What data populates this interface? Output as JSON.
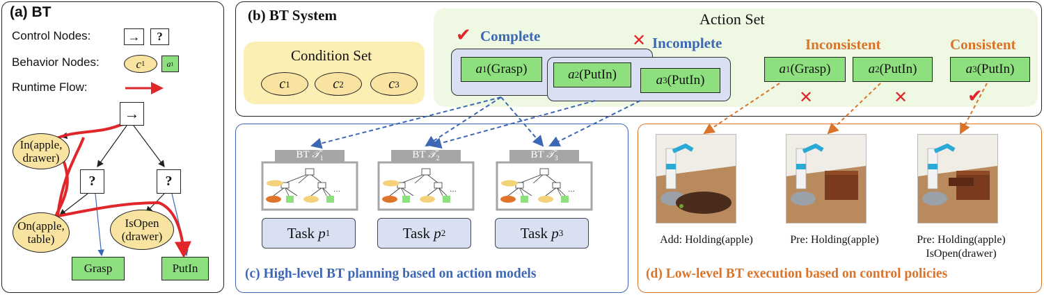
{
  "panel_a": {
    "title": "(a) BT",
    "legend_control": "Control Nodes:",
    "legend_behavior": "Behavior Nodes:",
    "legend_flow": "Runtime Flow:",
    "legend_cond_symbol": "c",
    "legend_cond_sub": "1",
    "legend_action_symbol": "a",
    "legend_action_sub": "1",
    "seq_symbol": "→",
    "fallback_symbol": "?",
    "cond_in": "In(apple, drawer)",
    "cond_on": "On(apple, table)",
    "cond_isopen": "IsOpen (drawer)",
    "act_grasp": "Grasp",
    "act_putin": "PutIn"
  },
  "panel_b": {
    "title": "(b) BT System",
    "action_set_label": "Action Set",
    "condition_set_label": "Condition Set",
    "conditions": [
      {
        "sym": "c",
        "sub": "1"
      },
      {
        "sym": "c",
        "sub": "2"
      },
      {
        "sym": "c",
        "sub": "3"
      }
    ],
    "complete_label": "Complete",
    "incomplete_label": "Incomplete",
    "inconsistent_label": "Inconsistent",
    "consistent_label": "Consistent",
    "check_mark": "✔",
    "cross_mark": "✕",
    "actions": {
      "a1": {
        "sym": "a",
        "sub": "1",
        "name": "(Grasp)"
      },
      "a2": {
        "sym": "a",
        "sub": "2",
        "name": "(PutIn)"
      },
      "a3": {
        "sym": "a",
        "sub": "3",
        "name": "(PutIn)"
      }
    }
  },
  "panel_c": {
    "caption": "(c) High-level BT planning based on action models",
    "bt_prefix": "BT ",
    "bts": [
      {
        "sym": "𝒯",
        "sub": "1"
      },
      {
        "sym": "𝒯",
        "sub": "2"
      },
      {
        "sym": "𝒯",
        "sub": "3"
      }
    ],
    "task_prefix": "Task ",
    "tasks": [
      {
        "sym": "p",
        "sub": "1"
      },
      {
        "sym": "p",
        "sub": "2"
      },
      {
        "sym": "p",
        "sub": "3"
      }
    ]
  },
  "panel_d": {
    "caption": "(d) Low-level BT execution based on control policies",
    "captions": [
      "Add: Holding(apple)",
      "Pre: Holding(apple)",
      "Pre: Holding(apple)",
      "IsOpen(drawer)"
    ]
  },
  "colors": {
    "green_box": "#8ee07f",
    "yellow_ellipse": "#f8e3a0",
    "blue": "#3c67b4",
    "orange": "#d9742a",
    "red": "#e0262b"
  }
}
